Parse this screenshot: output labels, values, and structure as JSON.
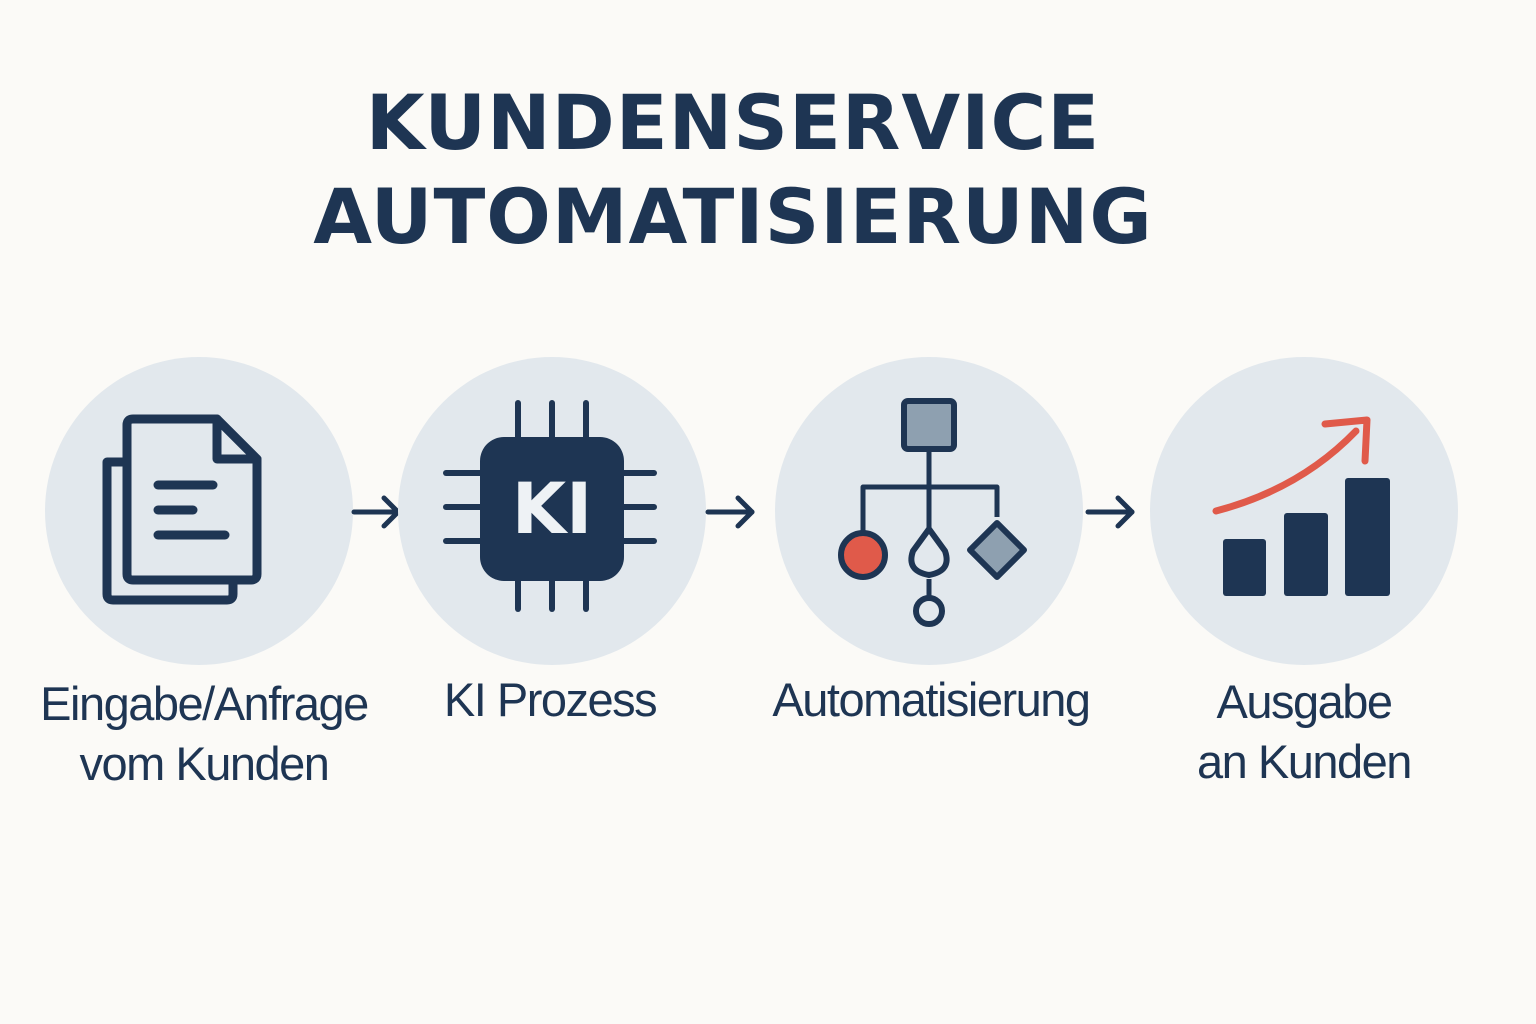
{
  "title": {
    "line1": "KUNDENSERVICE",
    "line2": "AUTOMATISIERUNG"
  },
  "colors": {
    "navy": "#1e3553",
    "circle": "#e2e8ed",
    "accent": "#e05a4a",
    "slate": "#8ea0b0",
    "background": "#fbfaf7"
  },
  "steps": [
    {
      "icon": "document-icon",
      "label_lines": [
        "Eingabe/Anfrage",
        "vom Kunden"
      ]
    },
    {
      "icon": "chip-icon",
      "chip_text": "KI",
      "label_lines": [
        "KI Prozess"
      ]
    },
    {
      "icon": "flowchart-icon",
      "label_lines": [
        "Automatisierung"
      ]
    },
    {
      "icon": "growth-chart-icon",
      "label_lines": [
        "Ausgabe",
        "an Kunden"
      ]
    }
  ]
}
